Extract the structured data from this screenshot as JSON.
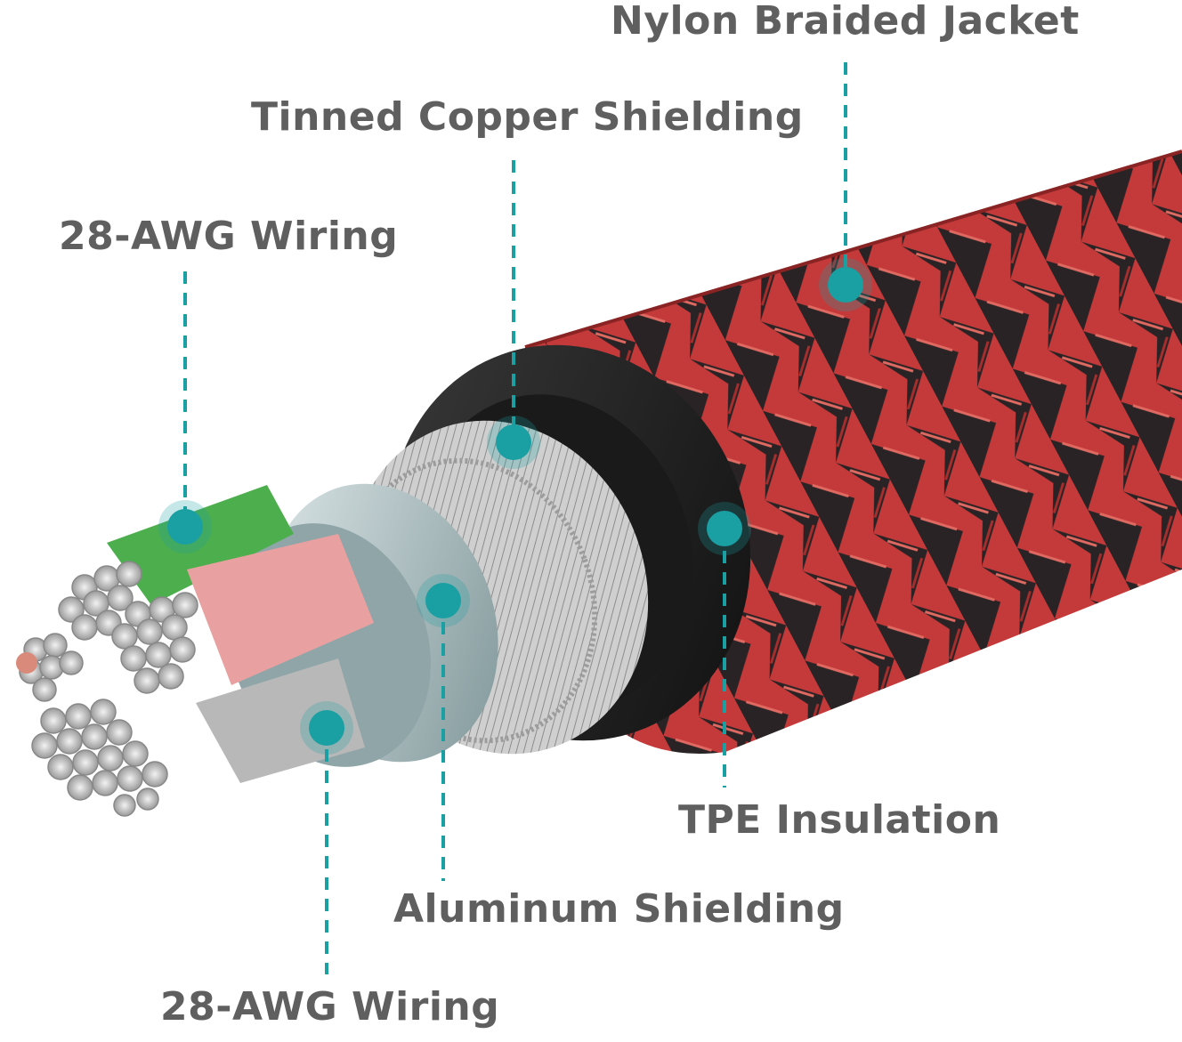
{
  "labels": {
    "nylon_jacket": "Nylon Braided Jacket",
    "tinned_copper": "Tinned Copper Shielding",
    "wiring_top": "28-AWG Wiring",
    "tpe_insulation": "TPE Insulation",
    "aluminum_shielding": "Aluminum Shielding",
    "wiring_bottom": "28-AWG Wiring"
  },
  "colors": {
    "label_text": "#5f5f5f",
    "callout": "#1a9fa3",
    "braid_red": "#c43a3a",
    "braid_black": "#2a2325",
    "tpe": "#222222",
    "copper_shield": "#c9c9c9",
    "aluminum": "#b9c9cc",
    "wire_green": "#4cae4c",
    "wire_pink": "#e8a1a0",
    "wire_grey": "#b8b8b8"
  }
}
